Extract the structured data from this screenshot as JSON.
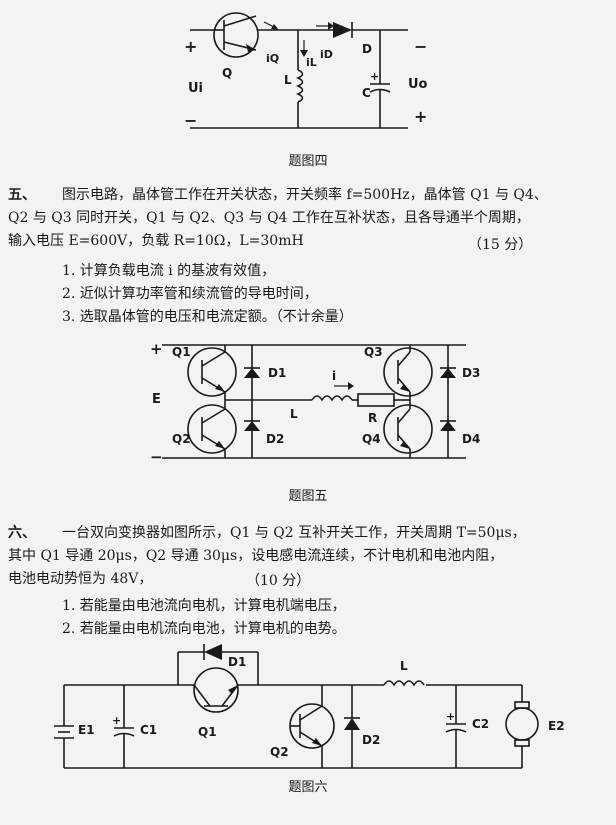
{
  "figure4": {
    "caption": "题图四",
    "labels": {
      "plus_left": "+",
      "minus_left": "−",
      "q": "Q",
      "iq": "iQ",
      "il": "iL",
      "id": "iD",
      "l": "L",
      "d": "D",
      "c": "C",
      "cplus": "+",
      "ui": "Ui",
      "uo": "Uo",
      "minus_right": "−",
      "plus_right": "+"
    }
  },
  "problem5": {
    "number": "五、",
    "line1": "图示电路，晶体管工作在开关状态，开关频率 f=500Hz，晶体管 Q1 与 Q4、",
    "line2": "Q2 与 Q3 同时开关，Q1 与 Q2、Q3 与 Q4 工作在互补状态，且各导通半个周期，",
    "line3": "输入电压 E=600V，负载 R=10Ω，L=30mH",
    "points": "（15 分）",
    "items": [
      "1. 计算负载电流 i 的基波有效值，",
      "2. 近似计算功率管和续流管的导电时间，",
      "3. 选取晶体管的电压和电流定额。（不计余量）"
    ]
  },
  "figure5": {
    "caption": "题图五",
    "labels": {
      "plus": "+",
      "minus": "−",
      "e": "E",
      "q1": "Q1",
      "q2": "Q2",
      "q3": "Q3",
      "q4": "Q4",
      "d1": "D1",
      "d2": "D2",
      "d3": "D3",
      "d4": "D4",
      "i": "i",
      "l": "L",
      "r": "R"
    }
  },
  "problem6": {
    "number": "六、",
    "line1": "一台双向变换器如图所示，Q1 与 Q2 互补开关工作，开关周期 T=50μs，",
    "line2": "其中 Q1 导通 20μs，Q2 导通 30μs，设电感电流连续，不计电机和电池内阻，",
    "line3": "电池电动势恒为 48V，",
    "points": "（10 分）",
    "items": [
      "1. 若能量由电池流向电机，计算电机端电压，",
      "2. 若能量由电机流向电池，计算电机的电势。"
    ]
  },
  "figure6": {
    "caption": "题图六",
    "labels": {
      "e1": "E1",
      "c1": "C1",
      "c1plus": "+",
      "q1": "Q1",
      "d1": "D1",
      "q2": "Q2",
      "d2": "D2",
      "l": "L",
      "c2": "C2",
      "c2plus": "+",
      "e2": "E2"
    }
  }
}
